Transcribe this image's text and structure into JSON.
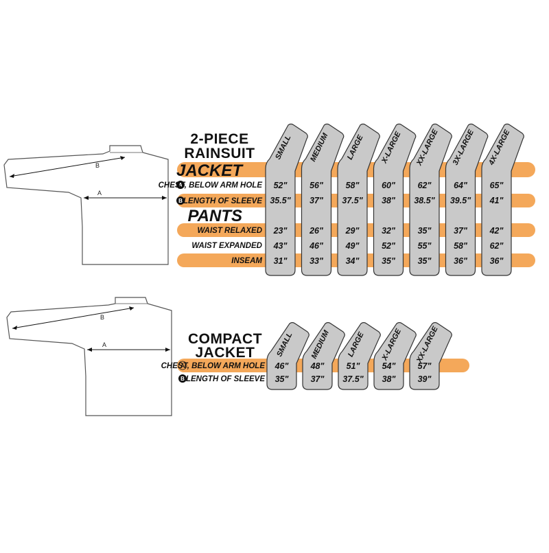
{
  "colors": {
    "band": "#f4a85a",
    "column": "#c9c9c9",
    "column_stroke": "#333333",
    "outline": "#555555",
    "text": "#111111"
  },
  "rainsuit": {
    "title_line1": "2-PIECE",
    "title_line2": "RAINSUIT",
    "sizes": [
      "SMALL",
      "MEDIUM",
      "LARGE",
      "X-LARGE",
      "XX-LARGE",
      "3X-LARGE",
      "4X-LARGE"
    ],
    "jacket_label": "JACKET",
    "pants_label": "PANTS",
    "jacket_rows": [
      {
        "badge": "A",
        "label": "CHEST, BELOW ARM HOLE",
        "values": [
          "52\"",
          "56\"",
          "58\"",
          "60\"",
          "62\"",
          "64\"",
          "65\""
        ]
      },
      {
        "badge": "B",
        "label": "LENGTH OF SLEEVE",
        "values": [
          "35.5\"",
          "37\"",
          "37.5\"",
          "38\"",
          "38.5\"",
          "39.5\"",
          "41\""
        ]
      }
    ],
    "pants_rows": [
      {
        "label": "WAIST RELAXED",
        "values": [
          "23\"",
          "26\"",
          "29\"",
          "32\"",
          "35\"",
          "37\"",
          "42\""
        ]
      },
      {
        "label": "WAIST EXPANDED",
        "values": [
          "43\"",
          "46\"",
          "49\"",
          "52\"",
          "55\"",
          "58\"",
          "62\""
        ]
      },
      {
        "label": "INSEAM",
        "values": [
          "31\"",
          "33\"",
          "34\"",
          "35\"",
          "35\"",
          "36\"",
          "36\""
        ]
      }
    ],
    "diagram_labels": {
      "a": "A",
      "b": "B"
    }
  },
  "compact": {
    "title_line1": "COMPACT",
    "title_line2": "JACKET",
    "sizes": [
      "SMALL",
      "MEDIUM",
      "LARGE",
      "X-LARGE",
      "XX-LARGE"
    ],
    "rows": [
      {
        "badge": "A",
        "label": "CHEST, BELOW ARM HOLE",
        "values": [
          "46\"",
          "48\"",
          "51\"",
          "54\"",
          "57\""
        ]
      },
      {
        "badge": "B",
        "label": "LENGTH OF SLEEVE",
        "values": [
          "35\"",
          "37\"",
          "37.5\"",
          "38\"",
          "39\""
        ]
      }
    ],
    "diagram_labels": {
      "a": "A",
      "b": "B"
    }
  }
}
